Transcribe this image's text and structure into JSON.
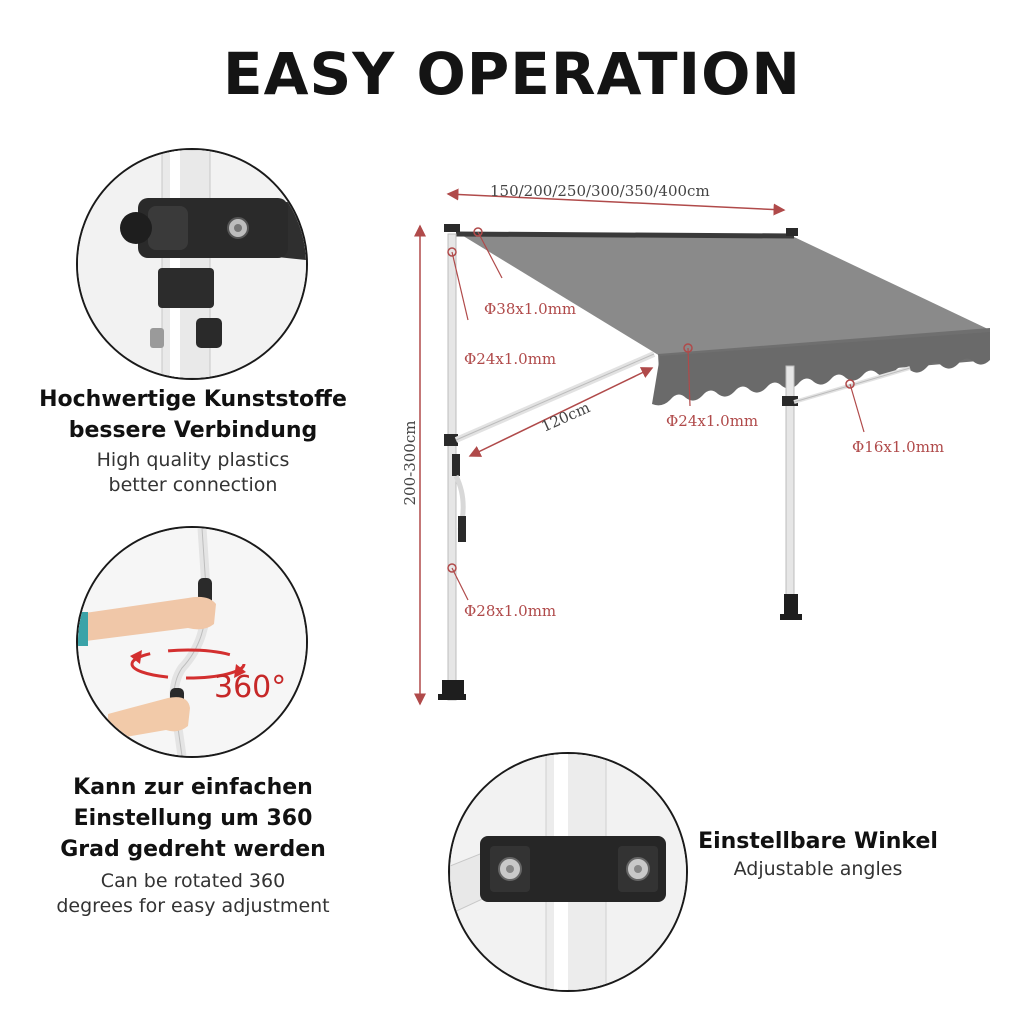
{
  "title": "EASY OPERATION",
  "features": [
    {
      "de_lines": [
        "Hochwertige Kunststoffe",
        "bessere Verbindung"
      ],
      "en_lines": [
        "High quality plastics",
        "better connection"
      ]
    },
    {
      "de_lines": [
        "Kann zur einfachen",
        "Einstellung um 360",
        "Grad gedreht werden"
      ],
      "en_lines": [
        "Can be rotated 360",
        "degrees for easy adjustment"
      ],
      "rotation_label": "360°"
    },
    {
      "de_lines": [
        "Einstellbare Winkel"
      ],
      "en_lines": [
        "Adjustable angles"
      ]
    }
  ],
  "diagram": {
    "width_dim": "150/200/250/300/350/400cm",
    "height_dim": "200-300cm",
    "arm_length": "120cm",
    "labels": {
      "top_bar": "Φ38x1.0mm",
      "upper_pole": "Φ24x1.0mm",
      "front_bar": "Φ24x1.0mm",
      "brace": "Φ16x1.0mm",
      "lower_pole": "Φ28x1.0mm"
    }
  },
  "colors": {
    "awning": "#7c7c7c",
    "measure": "#b04a4a",
    "pole": "#e8e8e8",
    "clamp": "#2a2a2a"
  }
}
